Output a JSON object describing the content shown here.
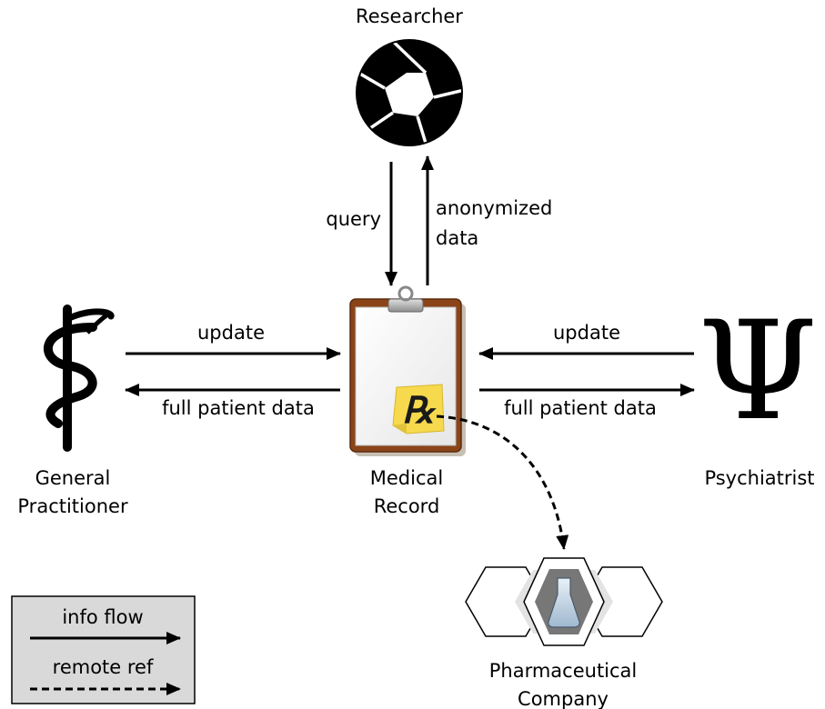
{
  "nodes": {
    "researcher": "Researcher",
    "general_practitioner": [
      "General",
      "Practitioner"
    ],
    "medical_record": [
      "Medical",
      "Record"
    ],
    "psychiatrist": "Psychiatrist",
    "pharmaceutical_company": [
      "Pharmaceutical",
      "Company"
    ]
  },
  "edges": {
    "query": "query",
    "anonymized_data": [
      "anonymized",
      "data"
    ],
    "gp_update": "update",
    "gp_full_patient_data": "full patient data",
    "psych_update": "update",
    "psych_full_patient_data": "full patient data"
  },
  "legend": {
    "info_flow": "info flow",
    "remote_ref": "remote ref"
  },
  "icons": {
    "researcher": "camera-aperture-icon",
    "general_practitioner": "caduceus-icon",
    "medical_record": "clipboard-icon",
    "prescription_note": "rx-sticky-note-icon",
    "psychiatrist": "psi-icon",
    "pharmaceutical_company": "hexagon-flask-icon"
  },
  "note_glyph": "℞",
  "psi_glyph": "Ψ",
  "colors": {
    "clipboard_frame": "#8a4418",
    "sticky_note": "#f6d94c",
    "legend_bg": "#d9d9d9",
    "pharma_center": "#777777"
  }
}
